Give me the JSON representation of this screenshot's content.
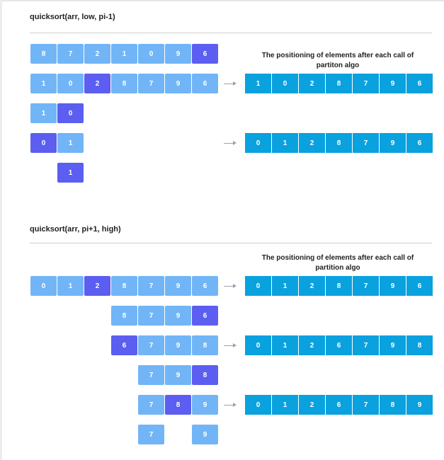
{
  "colors": {
    "element": "#71b5f7",
    "pivot": "#5b5ef0",
    "result": "#0aa1df",
    "arrow": "#9aa3ad",
    "rule": "#cfcfcf"
  },
  "sections": [
    {
      "heading": "quicksort(arr, low, pi-1)",
      "note": "The positioning of elements after each call of partiton algo",
      "steps": [
        {
          "cells": [
            "8",
            "7",
            "2",
            "1",
            "0",
            "9",
            "6"
          ],
          "pivot_index": 6,
          "result": null
        },
        {
          "cells": [
            "1",
            "0",
            "2",
            "8",
            "7",
            "9",
            "6"
          ],
          "pivot_index": 2,
          "result": [
            "1",
            "0",
            "2",
            "8",
            "7",
            "9",
            "6"
          ]
        },
        {
          "cells": [
            "1",
            "0"
          ],
          "pivot_index": 1,
          "result": null
        },
        {
          "cells": [
            "0",
            "1"
          ],
          "pivot_index": 0,
          "result": [
            "0",
            "1",
            "2",
            "8",
            "7",
            "9",
            "6"
          ]
        },
        {
          "cells": [
            "",
            "1"
          ],
          "pivot_index": 1,
          "result": null
        }
      ]
    },
    {
      "heading": "quicksort(arr, pi+1, high)",
      "note": "The positioning of elements after each call of partition algo",
      "steps": [
        {
          "cells": [
            "0",
            "1",
            "2",
            "8",
            "7",
            "9",
            "6"
          ],
          "pivot_index": 2,
          "result": [
            "0",
            "1",
            "2",
            "8",
            "7",
            "9",
            "6"
          ]
        },
        {
          "cells": [
            "",
            "",
            "",
            "8",
            "7",
            "9",
            "6"
          ],
          "pivot_index": 6,
          "result": null
        },
        {
          "cells": [
            "",
            "",
            "",
            "6",
            "7",
            "9",
            "8"
          ],
          "pivot_index": 3,
          "result": [
            "0",
            "1",
            "2",
            "6",
            "7",
            "9",
            "8"
          ]
        },
        {
          "cells": [
            "",
            "",
            "",
            "",
            "7",
            "9",
            "8"
          ],
          "pivot_index": 6,
          "result": null
        },
        {
          "cells": [
            "",
            "",
            "",
            "",
            "7",
            "8",
            "9"
          ],
          "pivot_index": 5,
          "result": [
            "0",
            "1",
            "2",
            "6",
            "7",
            "8",
            "9"
          ]
        },
        {
          "cells": [
            "",
            "",
            "",
            "",
            "7",
            "",
            "9"
          ],
          "pivot_index": -1,
          "result": null
        }
      ]
    }
  ]
}
